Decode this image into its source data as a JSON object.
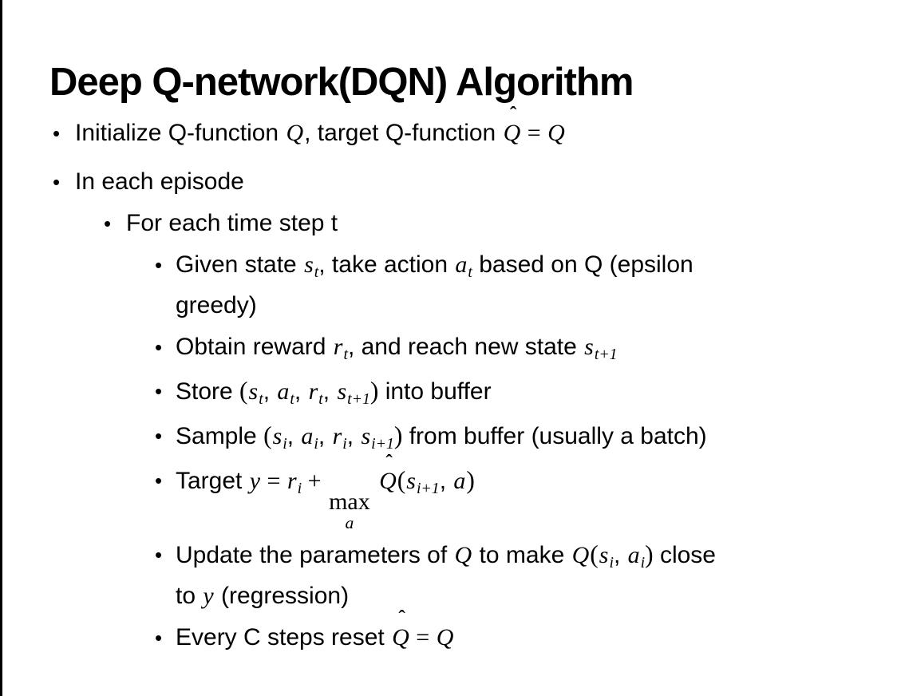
{
  "colors": {
    "background": "#ffffff",
    "text": "#000000",
    "border": "#000000"
  },
  "slide": {
    "title": "Deep Q-network(DQN) Algorithm",
    "bullet_char": "•",
    "bullets": [
      {
        "level": 1,
        "segments": [
          {
            "t": "txt",
            "v": "Initialize Q-function "
          },
          {
            "t": "var",
            "v": "Q"
          },
          {
            "t": "txt",
            "v": ", target Q-function "
          },
          {
            "t": "hat",
            "v": "Q"
          },
          {
            "t": "op",
            "v": " = "
          },
          {
            "t": "var",
            "v": "Q"
          }
        ]
      },
      {
        "level": 1,
        "segments": [
          {
            "t": "txt",
            "v": "In each episode"
          }
        ]
      },
      {
        "level": 2,
        "segments": [
          {
            "t": "txt",
            "v": "For each time step t"
          }
        ]
      },
      {
        "level": 3,
        "segments": [
          {
            "t": "txt",
            "v": "Given state "
          },
          {
            "t": "var",
            "v": "s"
          },
          {
            "t": "sub",
            "v": "t"
          },
          {
            "t": "txt",
            "v": ", take action "
          },
          {
            "t": "var",
            "v": "a"
          },
          {
            "t": "sub",
            "v": "t"
          },
          {
            "t": "txt",
            "v": " based on Q (epsilon"
          },
          {
            "t": "br"
          },
          {
            "t": "txt",
            "v": "greedy)"
          }
        ]
      },
      {
        "level": 3,
        "segments": [
          {
            "t": "txt",
            "v": "Obtain reward "
          },
          {
            "t": "var",
            "v": "r"
          },
          {
            "t": "sub",
            "v": "t"
          },
          {
            "t": "txt",
            "v": ", and reach new state "
          },
          {
            "t": "var",
            "v": "s"
          },
          {
            "t": "sub",
            "v": "t+1"
          }
        ]
      },
      {
        "level": 3,
        "segments": [
          {
            "t": "txt",
            "v": "Store "
          },
          {
            "t": "par",
            "v": "("
          },
          {
            "t": "var",
            "v": "s"
          },
          {
            "t": "sub",
            "v": "t"
          },
          {
            "t": "txt",
            "v": ", "
          },
          {
            "t": "var",
            "v": "a"
          },
          {
            "t": "sub",
            "v": "t"
          },
          {
            "t": "txt",
            "v": ", "
          },
          {
            "t": "var",
            "v": "r"
          },
          {
            "t": "sub",
            "v": "t"
          },
          {
            "t": "txt",
            "v": ", "
          },
          {
            "t": "var",
            "v": "s"
          },
          {
            "t": "sub",
            "v": "t+1"
          },
          {
            "t": "par",
            "v": ")"
          },
          {
            "t": "txt",
            "v": " into buffer"
          }
        ]
      },
      {
        "level": 3,
        "segments": [
          {
            "t": "txt",
            "v": "Sample "
          },
          {
            "t": "par",
            "v": "("
          },
          {
            "t": "var",
            "v": "s"
          },
          {
            "t": "sub",
            "v": "i"
          },
          {
            "t": "txt",
            "v": ", "
          },
          {
            "t": "var",
            "v": "a"
          },
          {
            "t": "sub",
            "v": "i"
          },
          {
            "t": "txt",
            "v": ", "
          },
          {
            "t": "var",
            "v": "r"
          },
          {
            "t": "sub",
            "v": "i"
          },
          {
            "t": "txt",
            "v": ", "
          },
          {
            "t": "var",
            "v": "s"
          },
          {
            "t": "sub",
            "v": "i+1"
          },
          {
            "t": "par",
            "v": ")"
          },
          {
            "t": "txt",
            "v": " from buffer (usually a batch)"
          }
        ]
      },
      {
        "level": 3,
        "segments": [
          {
            "t": "txt",
            "v": "Target "
          },
          {
            "t": "var",
            "v": "y"
          },
          {
            "t": "op",
            "v": " = "
          },
          {
            "t": "var",
            "v": "r"
          },
          {
            "t": "sub",
            "v": "i"
          },
          {
            "t": "op",
            "v": " + "
          },
          {
            "t": "max",
            "top": "max",
            "bot": "a"
          },
          {
            "t": "txt",
            "v": " "
          },
          {
            "t": "hat",
            "v": "Q"
          },
          {
            "t": "par",
            "v": "("
          },
          {
            "t": "var",
            "v": "s"
          },
          {
            "t": "sub",
            "v": "i+1"
          },
          {
            "t": "txt",
            "v": ", "
          },
          {
            "t": "var",
            "v": "a"
          },
          {
            "t": "par",
            "v": ")"
          }
        ]
      },
      {
        "level": 3,
        "segments": [
          {
            "t": "txt",
            "v": "Update the parameters of "
          },
          {
            "t": "var",
            "v": "Q"
          },
          {
            "t": "txt",
            "v": " to make "
          },
          {
            "t": "var",
            "v": "Q"
          },
          {
            "t": "par",
            "v": "("
          },
          {
            "t": "var",
            "v": "s"
          },
          {
            "t": "sub",
            "v": "i"
          },
          {
            "t": "txt",
            "v": ", "
          },
          {
            "t": "var",
            "v": "a"
          },
          {
            "t": "sub",
            "v": "i"
          },
          {
            "t": "par",
            "v": ")"
          },
          {
            "t": "txt",
            "v": " close"
          },
          {
            "t": "br"
          },
          {
            "t": "txt",
            "v": "to "
          },
          {
            "t": "var",
            "v": "y"
          },
          {
            "t": "txt",
            "v": " (regression)"
          }
        ]
      },
      {
        "level": 3,
        "segments": [
          {
            "t": "txt",
            "v": "Every C steps reset "
          },
          {
            "t": "hat",
            "v": "Q"
          },
          {
            "t": "op",
            "v": " = "
          },
          {
            "t": "var",
            "v": "Q"
          }
        ]
      }
    ]
  }
}
